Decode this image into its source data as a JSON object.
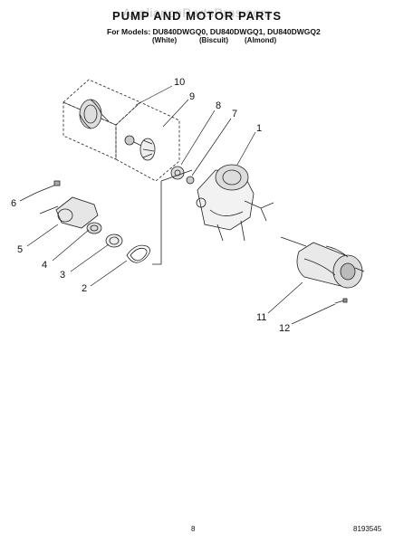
{
  "header": {
    "watermark": "AppliancePartsPros.com",
    "title": "PUMP AND MOTOR PARTS",
    "models": "For Models: DU840DWGQ0, DU840DWGQ1, DU840DWGQ2",
    "colors": [
      "(White)",
      "(Biscuit)",
      "(Almond)"
    ]
  },
  "callouts": [
    "1",
    "2",
    "3",
    "4",
    "5",
    "6",
    "7",
    "8",
    "9",
    "10",
    "11",
    "12"
  ],
  "footer": {
    "page_number": "8",
    "part_code": "8193545"
  }
}
